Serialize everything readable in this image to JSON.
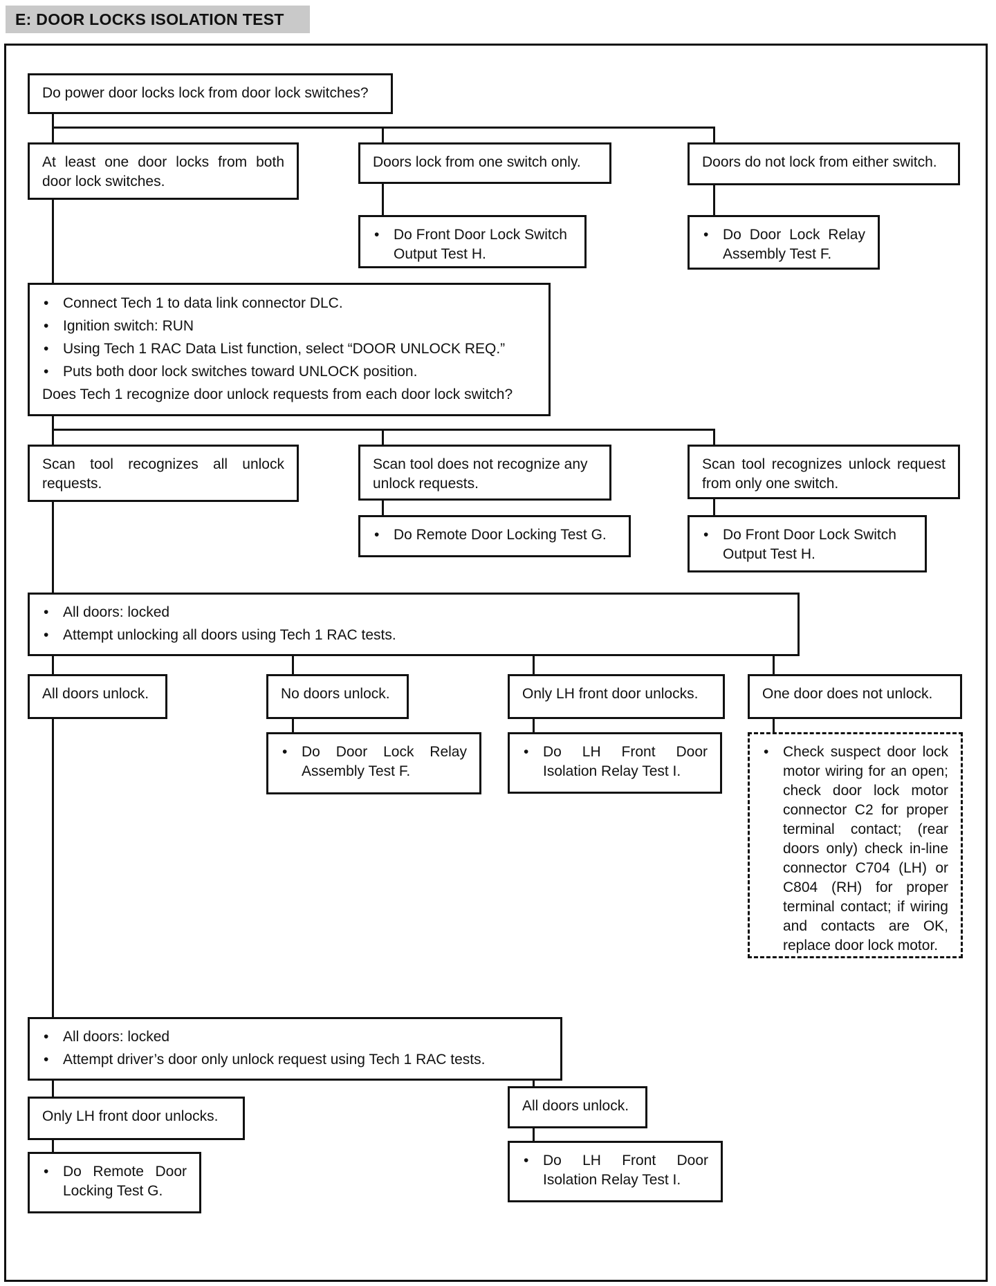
{
  "title": "E: DOOR LOCKS ISOLATION TEST",
  "nodes": {
    "q_power_locks": {
      "text": "Do power door locks lock from door lock switches?"
    },
    "a_both_switches": {
      "text": "At least one door locks from both door lock switches."
    },
    "a_one_switch": {
      "text": "Doors lock from one switch only."
    },
    "a_neither_switch": {
      "text": "Doors do not lock from either switch."
    },
    "act_switch_test_h_1": {
      "bullets": [
        "Do Front Door Lock Switch Output Test H."
      ]
    },
    "act_relay_test_f_1": {
      "bullets": [
        "Do Door Lock Relay Assembly Test F."
      ]
    },
    "step_tech1": {
      "bullets": [
        "Connect Tech 1 to data link connector DLC.",
        "Ignition switch:  RUN",
        "Using Tech 1 RAC Data List function, select “DOOR UNLOCK REQ.”",
        "Puts both door lock switches toward UNLOCK position."
      ],
      "question": "Does Tech 1 recognize door unlock requests from each door lock switch?"
    },
    "a_recognizes_all": {
      "text": "Scan tool recognizes all unlock requests."
    },
    "a_recognizes_none": {
      "text": "Scan tool does not recognize any unlock requests."
    },
    "a_recognizes_one": {
      "text": "Scan tool recognizes unlock request from only one switch."
    },
    "act_remote_test_g_1": {
      "bullets": [
        "Do Remote Door Locking Test G."
      ]
    },
    "act_switch_test_h_2": {
      "bullets": [
        "Do Front Door Lock Switch Output Test H."
      ]
    },
    "step_unlock_all": {
      "bullets": [
        "All doors:  locked",
        "Attempt unlocking all doors using Tech 1 RAC tests."
      ]
    },
    "a_all_unlock_1": {
      "text": "All doors unlock."
    },
    "a_no_unlock": {
      "text": "No doors unlock."
    },
    "a_only_lh_1": {
      "text": "Only LH front door unlocks."
    },
    "a_one_not_unlock": {
      "text": "One door does not unlock."
    },
    "act_relay_test_f_2": {
      "bullets": [
        "Do Door Lock Relay Assembly Test F."
      ]
    },
    "act_isolation_relay_1": {
      "bullets": [
        "Do LH Front Door Isolation Relay Test I."
      ]
    },
    "act_check_wiring": {
      "bullets": [
        "Check suspect door lock motor wiring for an open; check door lock motor connector C2 for proper terminal contact; (rear doors only) check in-line connector C704 (LH) or C804 (RH) for proper terminal contact; if wiring and contacts are OK, replace door lock motor."
      ]
    },
    "step_driver_unlock": {
      "bullets": [
        "All doors:  locked",
        "Attempt driver’s door only unlock request using Tech 1 RAC tests."
      ]
    },
    "a_only_lh_2": {
      "text": "Only LH front door unlocks."
    },
    "a_all_unlock_2": {
      "text": "All doors unlock."
    },
    "act_remote_test_g_2": {
      "bullets": [
        "Do Remote Door Locking Test G."
      ]
    },
    "act_isolation_relay_2": {
      "bullets": [
        "Do LH Front Door Isolation Relay Test I."
      ]
    }
  }
}
